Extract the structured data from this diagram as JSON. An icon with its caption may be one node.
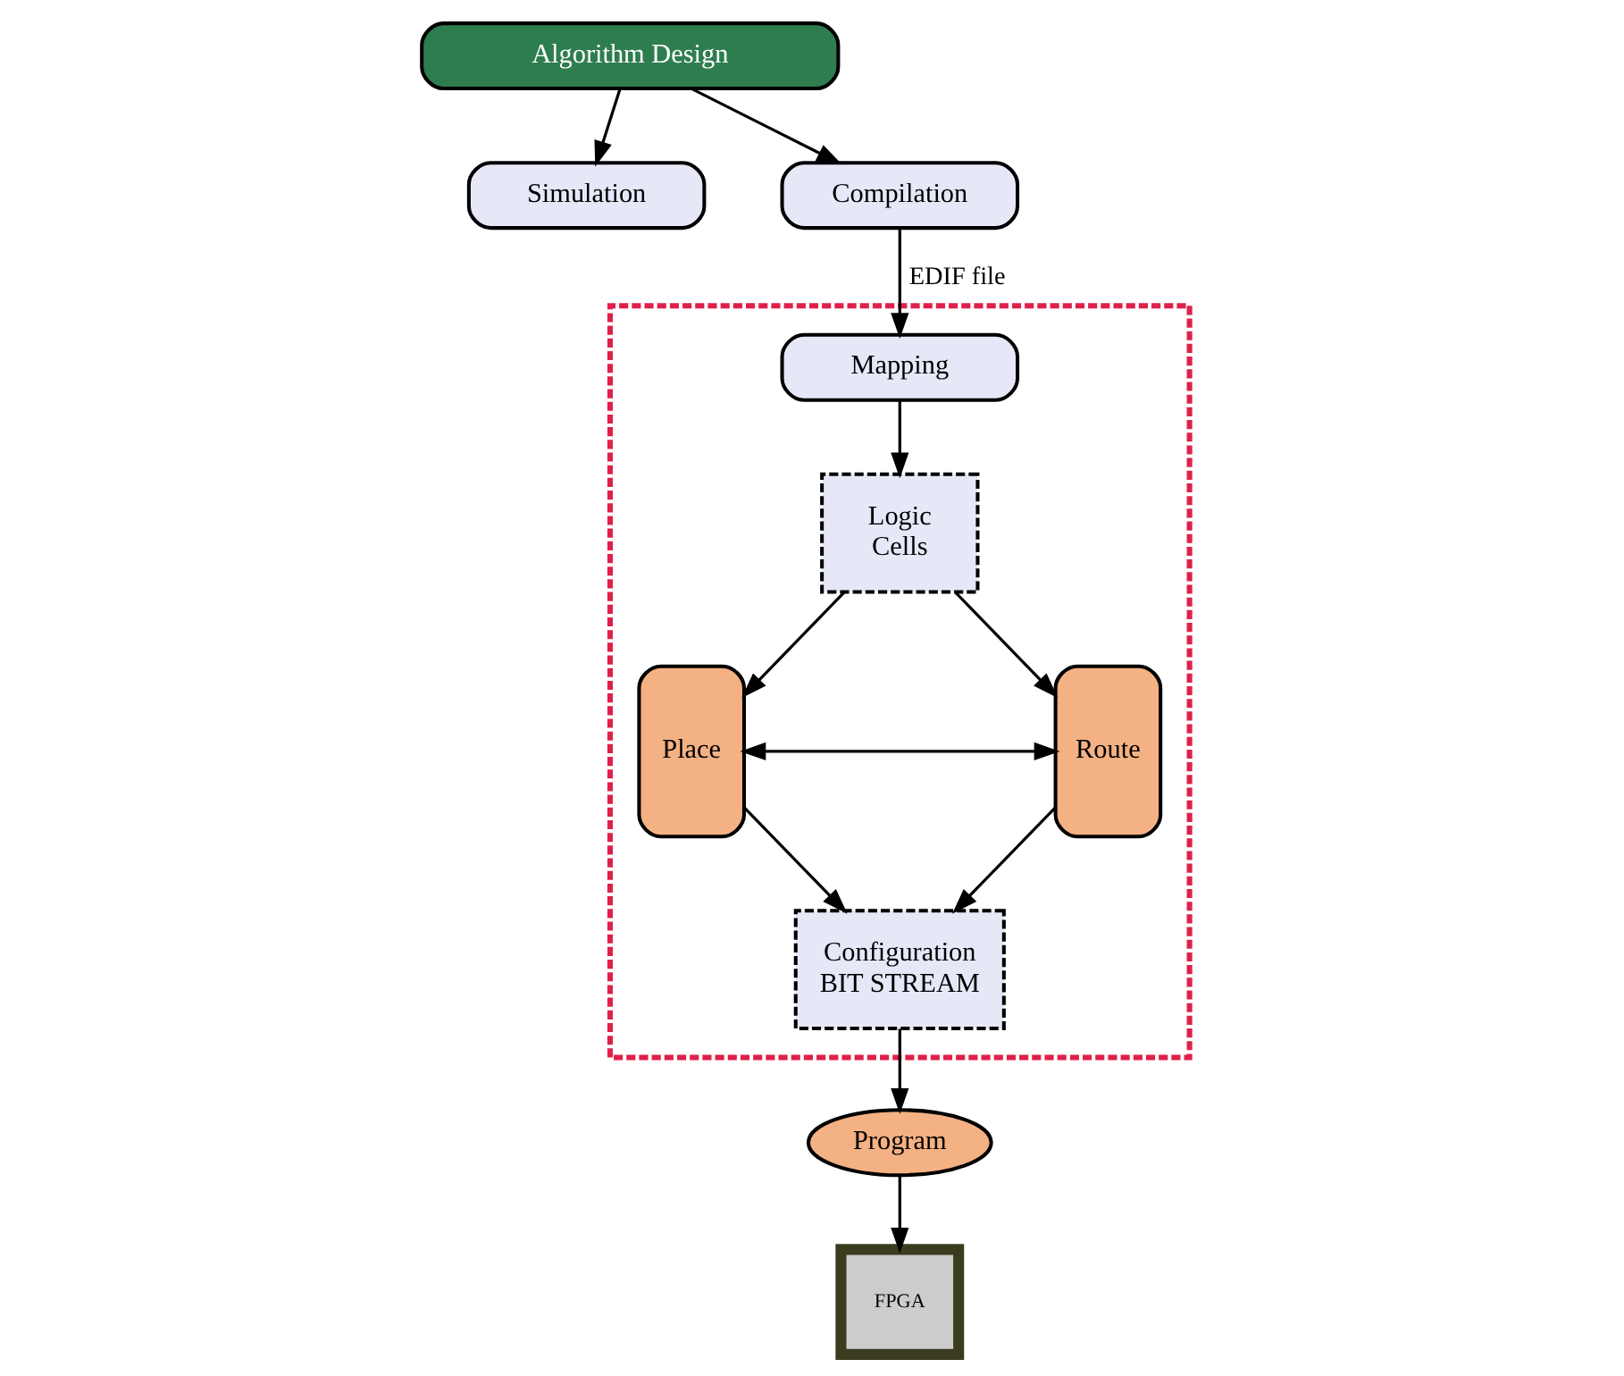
{
  "diagram": {
    "nodes": [
      {
        "text": [
          "Algorithm Design"
        ]
      },
      {
        "text": [
          "Simulation"
        ]
      },
      {
        "text": [
          "Compilation"
        ]
      },
      {
        "text": [],
        "shape": "box"
      },
      {
        "text": [
          "Mapping"
        ],
        "in": 3
      },
      {
        "text": [
          "Logic Cells"
        ],
        "in": 3
      },
      {
        "text": [
          "Place"
        ],
        "in": 3
      },
      {
        "text": [
          "Route"
        ],
        "in": 3
      },
      {
        "text": [
          "Configuration BIT STREAM"
        ],
        "in": 3
      },
      {
        "text": [
          "Program"
        ]
      },
      {
        "text": [
          "FPGA"
        ]
      }
    ],
    "edges": [
      {
        "from": 0,
        "to": 1,
        "arrow": "to"
      },
      {
        "from": 0,
        "to": 2,
        "arrow": "to"
      },
      {
        "from": 2,
        "to": 4,
        "arrow": "to",
        "label": "EDIF file"
      },
      {
        "from": 4,
        "to": 5,
        "arrow": "to"
      },
      {
        "from": 5,
        "to": 6,
        "arrow": "to"
      },
      {
        "from": 5,
        "to": 7,
        "arrow": "to"
      },
      {
        "from": 6,
        "to": 7,
        "arrow": "both"
      },
      {
        "from": 6,
        "to": 8,
        "arrow": "to"
      },
      {
        "from": 7,
        "to": 8,
        "arrow": "to"
      },
      {
        "from": 8,
        "to": 9,
        "arrow": "to"
      },
      {
        "from": 9,
        "to": 10,
        "arrow": "to"
      }
    ]
  }
}
